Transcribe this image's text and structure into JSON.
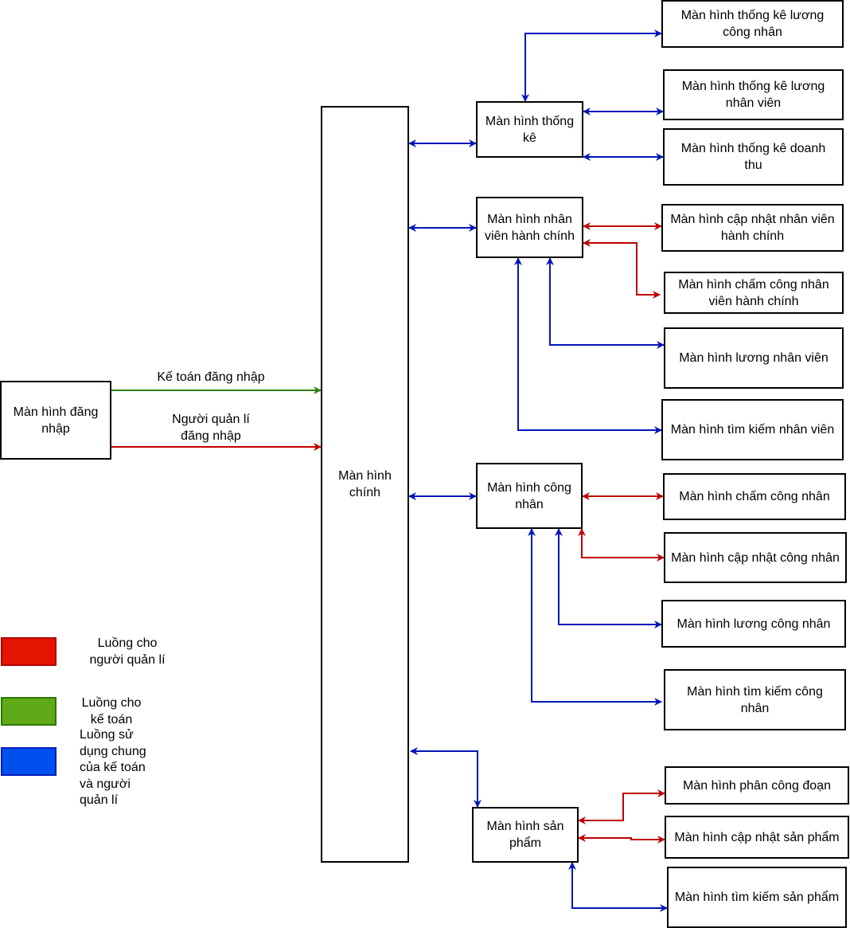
{
  "colors": {
    "red": "#c00000",
    "green": "#2d7f0f",
    "blue": "#0016b8",
    "red_fill": "#e51400",
    "green_fill": "#60a917",
    "blue_fill": "#0050ef"
  },
  "nodes": {
    "login": "Màn hình đăng nhập",
    "main": "Màn hình\nchính",
    "stats": "Màn hình thống kê",
    "stats_worker_salary": "Màn hình thống kê lương công nhân",
    "stats_staff_salary": "Màn hình thống kê lương nhân viên",
    "stats_revenue": "Màn hình thống kê doanh thu",
    "admin_staff": "Màn hình nhân viên hành chính",
    "update_admin_staff": "Màn hình cập nhật nhân viên hành chính",
    "attendance_admin_staff": "Màn hình chấm công nhân viên hành chính",
    "staff_salary": "Màn hình lương nhân viên",
    "search_staff": "Màn hình tìm kiếm nhân viên",
    "worker": "Màn hình công nhân",
    "attendance_worker": "Màn hình chấm công nhân",
    "update_worker": "Màn hình cập nhật công nhân",
    "worker_salary": "Màn hình lương công nhân",
    "search_worker": "Màn hình tìm kiếm công nhân",
    "product": "Màn hình sản phẩm",
    "assign_stage": "Màn hình phân công đoạn",
    "update_product": "Màn hình cập nhật sản phẩm",
    "search_product": "Màn hình tìm kiếm sản phẩm"
  },
  "edge_labels": {
    "accountant_login": "Kế toán đăng nhập",
    "manager_login": "Người quản lí\nđăng nhập"
  },
  "legend": {
    "manager_flow": "Luồng cho\nngười quản lí",
    "accountant_flow": "Luồng cho\nkế toán",
    "shared_flow": "Luồng sử\ndụng chung\ncủa kế toán\nvà người\nquản lí"
  }
}
